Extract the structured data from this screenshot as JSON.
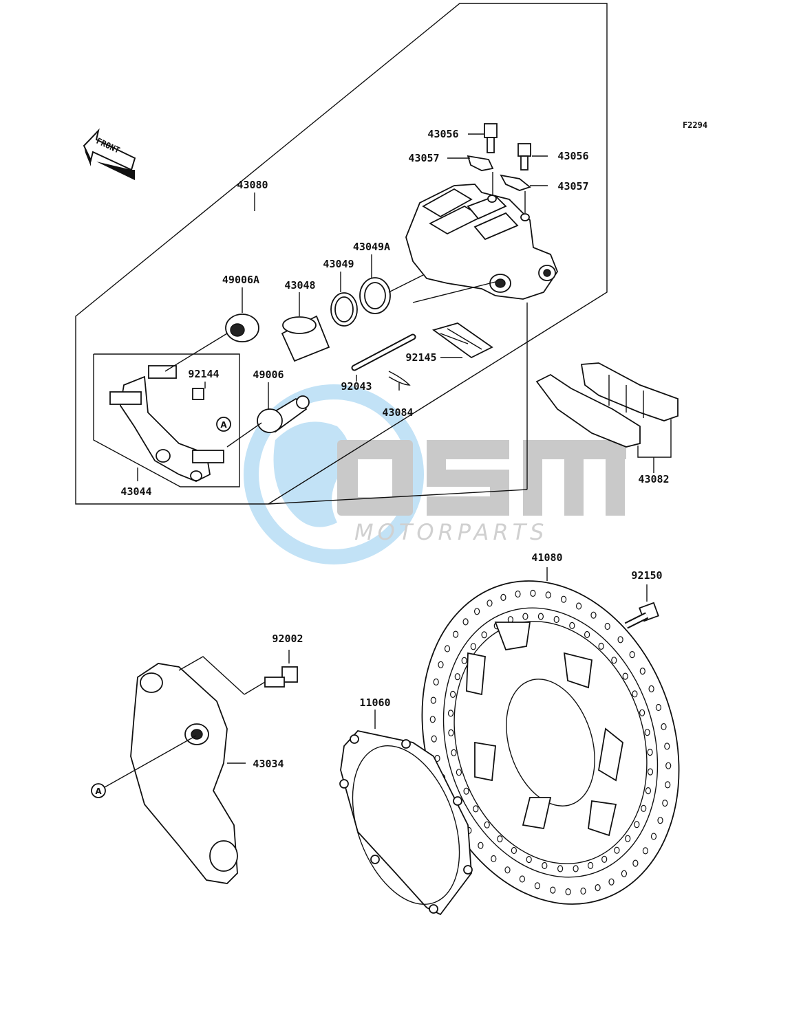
{
  "figure_code": "F2294",
  "front_arrow_text": "FRONT",
  "watermark": {
    "logo_text": "OSM",
    "subtitle": "MOTORPARTS",
    "color_blue": "#5fb4e6",
    "color_gray": "#aaaaaa"
  },
  "callout_letter": "A",
  "labels": {
    "p43080": "43080",
    "p43056_top": "43056",
    "p43056_right": "43056",
    "p43057_left": "43057",
    "p43057_right": "43057",
    "p43049A": "43049A",
    "p43049": "43049",
    "p43048": "43048",
    "p49006A": "49006A",
    "p92144": "92144",
    "p49006": "49006",
    "p92145": "92145",
    "p92043": "92043",
    "p43084": "43084",
    "p43044": "43044",
    "p43082": "43082",
    "p41080": "41080",
    "p92150": "92150",
    "p92002": "92002",
    "p11060": "11060",
    "p43034": "43034"
  }
}
